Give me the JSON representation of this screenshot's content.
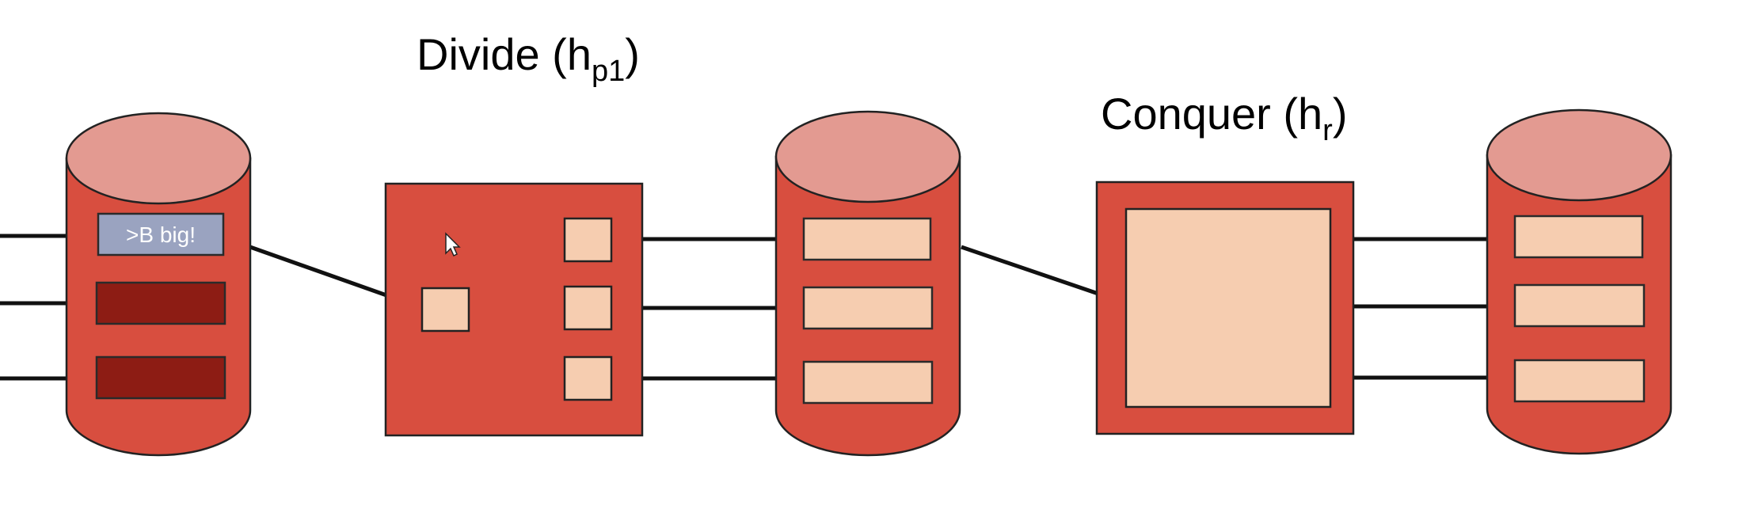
{
  "divide": {
    "title": "Divide (h",
    "subscript": "p1",
    "close": ")"
  },
  "conquer": {
    "title": "Conquer (h",
    "subscript": "r",
    "close": ")"
  },
  "input_db": {
    "highlight_record_label": ">B big!"
  },
  "colors": {
    "db_body": "#d84e3f",
    "db_top": "#e39a91",
    "record_dark": "#8d1c14",
    "record_light": "#f6cdb0",
    "record_highlight": "#9aa3c0",
    "box_fill": "#d84e3f",
    "line": "#111111"
  }
}
